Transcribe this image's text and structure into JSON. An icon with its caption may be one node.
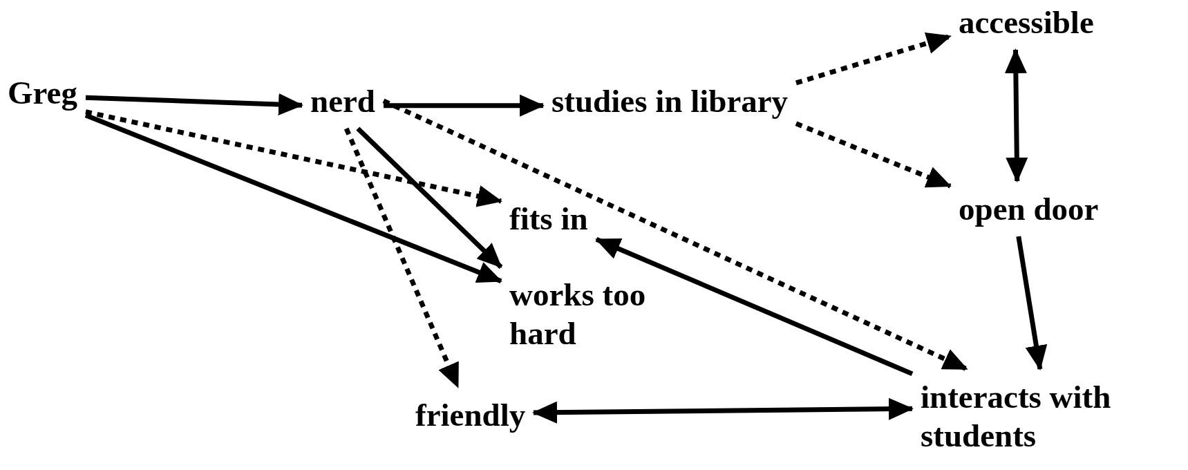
{
  "diagram": {
    "nodes": [
      {
        "text": [
          "Greg"
        ]
      },
      {
        "text": [
          "nerd"
        ]
      },
      {
        "text": [
          "studies in library"
        ]
      },
      {
        "text": [
          "accessible"
        ]
      },
      {
        "text": [
          "open door"
        ]
      },
      {
        "text": [
          "fits in"
        ]
      },
      {
        "text": [
          "works too hard"
        ]
      },
      {
        "text": [
          "friendly"
        ]
      },
      {
        "text": [
          "interacts with students"
        ]
      }
    ],
    "edges": [
      {
        "from": 0,
        "to": 1,
        "arrow": "to"
      },
      {
        "from": 0,
        "to": 5,
        "arrow": "to",
        "style": "dashed"
      },
      {
        "from": 0,
        "to": 6,
        "arrow": "to"
      },
      {
        "from": 1,
        "to": 2,
        "arrow": "to"
      },
      {
        "from": 1,
        "to": 6,
        "arrow": "to"
      },
      {
        "from": 1,
        "to": 7,
        "arrow": "to",
        "style": "dashed"
      },
      {
        "from": 1,
        "to": 8,
        "arrow": "to",
        "style": "dashed"
      },
      {
        "from": 2,
        "to": 3,
        "arrow": "to",
        "style": "dashed"
      },
      {
        "from": 2,
        "to": 4,
        "arrow": "to",
        "style": "dashed"
      },
      {
        "from": 3,
        "to": 4,
        "arrow": "both"
      },
      {
        "from": 4,
        "to": 8,
        "arrow": "to"
      },
      {
        "from": 8,
        "to": 5,
        "arrow": "to"
      },
      {
        "from": 7,
        "to": 8,
        "arrow": "both"
      }
    ]
  }
}
